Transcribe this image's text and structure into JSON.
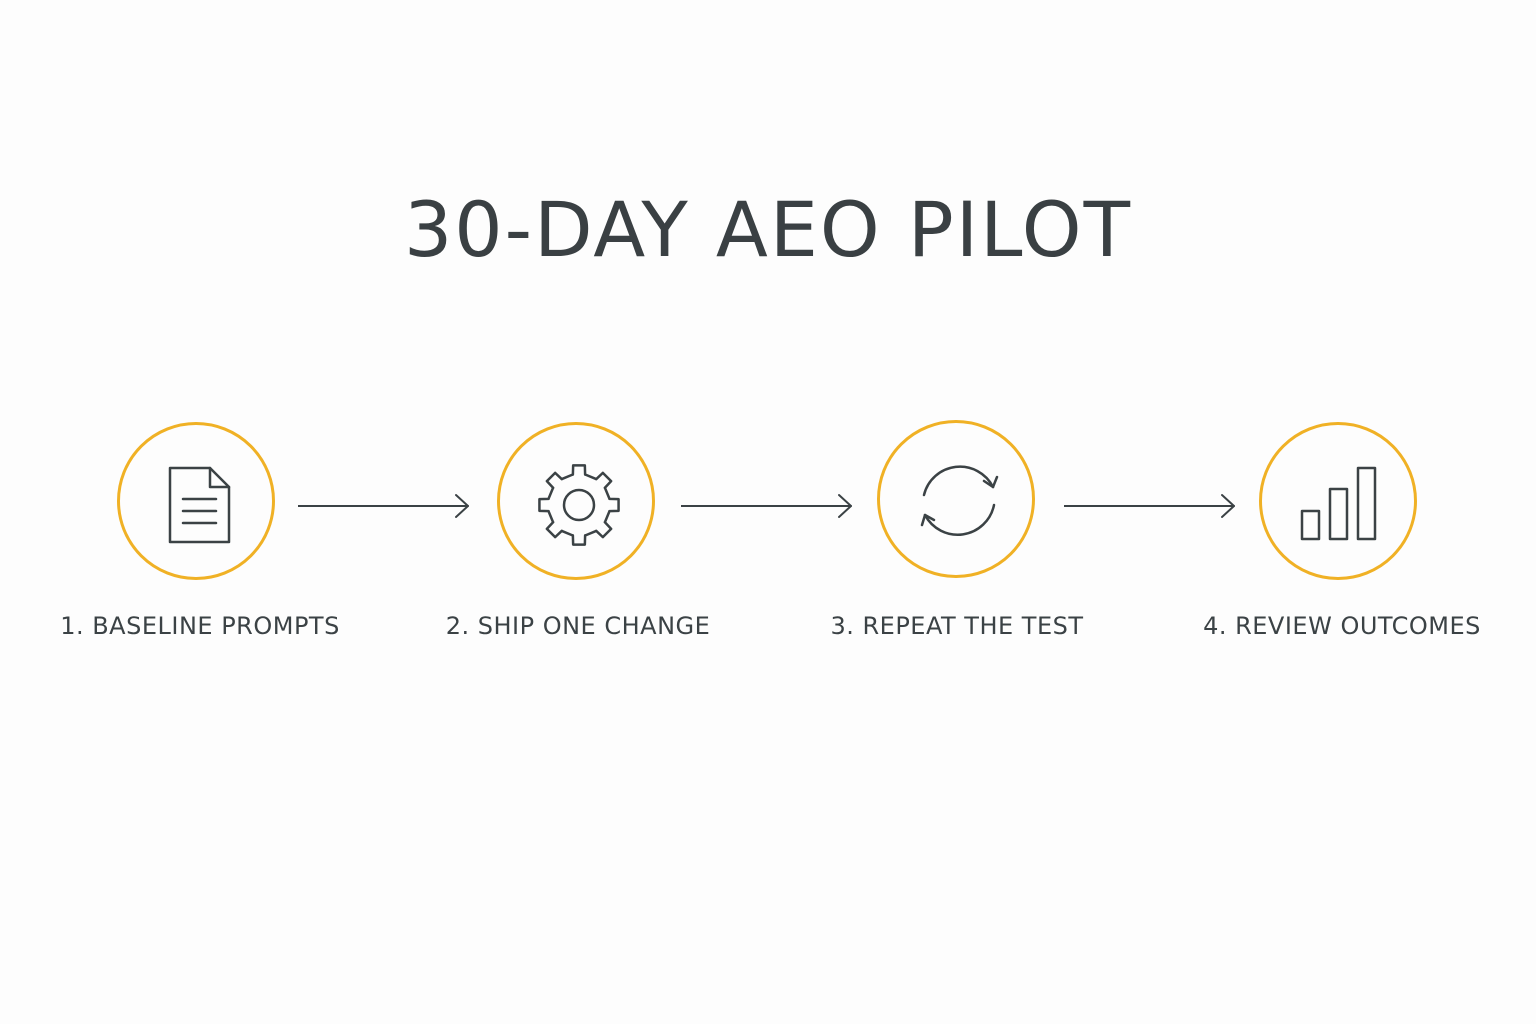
{
  "title": "30-DAY AEO PILOT",
  "accent_color": "#f0b125",
  "steps": [
    {
      "label": "1. BASELINE PROMPTS",
      "icon": "document-icon"
    },
    {
      "label": "2. SHIP ONE CHANGE",
      "icon": "gear-icon"
    },
    {
      "label": "3. REPEAT THE TEST",
      "icon": "refresh-icon"
    },
    {
      "label": "4. REVIEW OUTCOMES",
      "icon": "bar-chart-icon"
    }
  ]
}
